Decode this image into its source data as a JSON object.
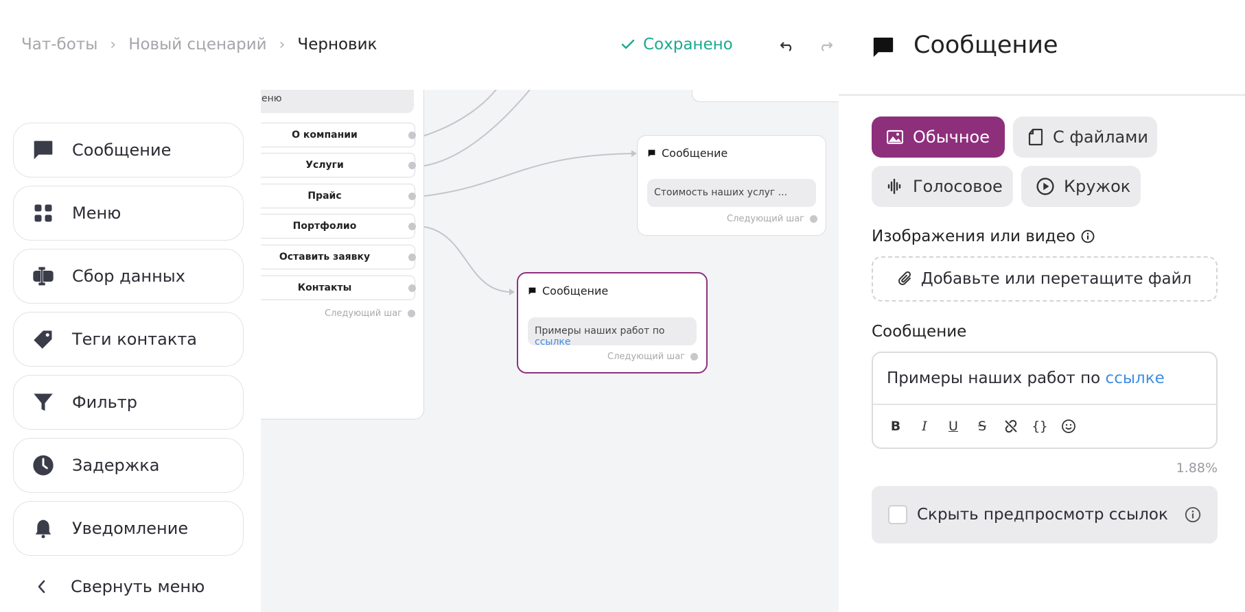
{
  "breadcrumb": {
    "items": [
      "Чат-боты",
      "Новый сценарий"
    ],
    "current": "Черновик"
  },
  "header": {
    "saved_status": "Сохранено",
    "undo_icon": "undo-icon",
    "redo_icon": "redo-icon"
  },
  "toolbar": {
    "items": [
      {
        "label": "Сообщение",
        "icon": "chat-bubble-icon"
      },
      {
        "label": "Меню",
        "icon": "grid-icon"
      },
      {
        "label": "Сбор данных",
        "icon": "text-cursor-icon"
      },
      {
        "label": "Теги контакта",
        "icon": "tag-icon"
      },
      {
        "label": "Фильтр",
        "icon": "filter-icon"
      },
      {
        "label": "Задержка",
        "icon": "clock-icon"
      },
      {
        "label": "Уведомление",
        "icon": "bell-icon"
      }
    ],
    "collapse_label": "Свернуть меню"
  },
  "canvas": {
    "menu_node": {
      "top_bubble_fragment": "еню",
      "rows": [
        "О компании",
        "Услуги",
        "Прайс",
        "Портфолио",
        "Оставить заявку",
        "Контакты"
      ],
      "next_step": "Следующий шаг"
    },
    "message_node_1": {
      "title": "Сообщение",
      "text": "Стоимость наших услуг ...",
      "next_step": "Следующий шаг"
    },
    "message_node_2": {
      "title": "Сообщение",
      "text": "Примеры наших работ по ",
      "link": "ссылке",
      "next_step": "Следующий шаг"
    }
  },
  "panel": {
    "title": "Сообщение",
    "types": [
      {
        "label": "Обычное",
        "icon": "image-icon",
        "active": true
      },
      {
        "label": "С файлами",
        "icon": "file-icon",
        "active": false
      },
      {
        "label": "Голосовое",
        "icon": "waveform-icon",
        "active": false
      },
      {
        "label": "Кружок",
        "icon": "play-circle-icon",
        "active": false
      }
    ],
    "media_label": "Изображения или видео",
    "dropzone_label": "Добавьте или перетащите файл",
    "message_label": "Сообщение",
    "message_text": "Примеры наших работ по ",
    "message_link": "ссылке",
    "format_buttons": [
      "B",
      "I",
      "U",
      "S",
      "unlink",
      "{}",
      "emoji"
    ],
    "counter": "1.88%",
    "hide_preview_label": "Скрыть предпросмотр ссылок",
    "hide_preview_checked": false
  },
  "colors": {
    "accent": "#8e2f7c",
    "saved": "#1ba98f",
    "link": "#3f8ee0",
    "canvas_bg": "#f3f4f6"
  }
}
